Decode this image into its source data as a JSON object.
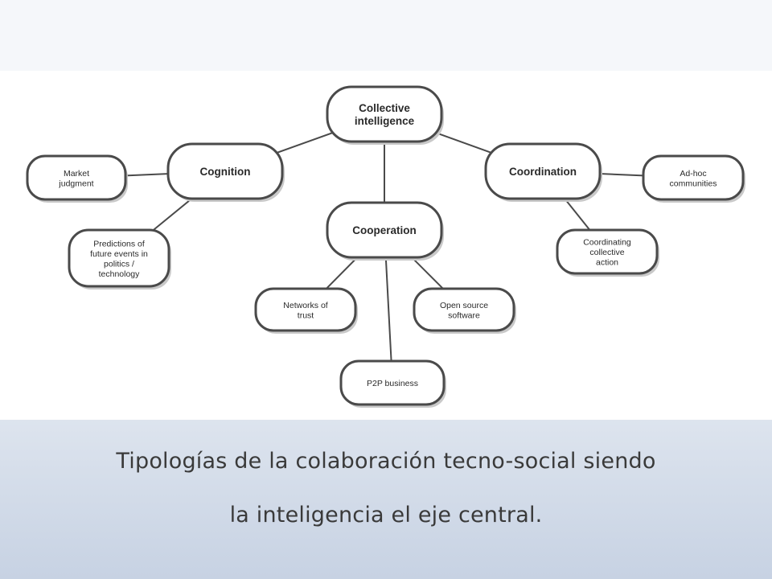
{
  "diagram": {
    "nodes": [
      {
        "id": "collective",
        "lines": [
          "Collective",
          "intelligence"
        ],
        "bold": true
      },
      {
        "id": "cognition",
        "lines": [
          "Cognition"
        ],
        "bold": true
      },
      {
        "id": "coordination",
        "lines": [
          "Coordination"
        ],
        "bold": true
      },
      {
        "id": "cooperation",
        "lines": [
          "Cooperation"
        ],
        "bold": true
      },
      {
        "id": "market",
        "lines": [
          "Market",
          "judgment"
        ],
        "bold": false
      },
      {
        "id": "predictions",
        "lines": [
          "Predictions of",
          "future events in",
          "politics /",
          "technology"
        ],
        "bold": false
      },
      {
        "id": "adhoc",
        "lines": [
          "Ad-hoc",
          "communities"
        ],
        "bold": false
      },
      {
        "id": "coordinating",
        "lines": [
          "Coordinating",
          "collective",
          "action"
        ],
        "bold": false
      },
      {
        "id": "networks",
        "lines": [
          "Networks of",
          "trust"
        ],
        "bold": false
      },
      {
        "id": "opensource",
        "lines": [
          "Open source",
          "software"
        ],
        "bold": false
      },
      {
        "id": "p2p",
        "lines": [
          "P2P business"
        ],
        "bold": false
      }
    ],
    "edges": [
      [
        "collective",
        "cognition"
      ],
      [
        "collective",
        "coordination"
      ],
      [
        "collective",
        "cooperation"
      ],
      [
        "cognition",
        "market"
      ],
      [
        "cognition",
        "predictions"
      ],
      [
        "coordination",
        "adhoc"
      ],
      [
        "coordination",
        "coordinating"
      ],
      [
        "cooperation",
        "networks"
      ],
      [
        "cooperation",
        "opensource"
      ],
      [
        "cooperation",
        "p2p"
      ]
    ]
  },
  "caption": {
    "line1": "Tipologías de la colaboración tecno-social siendo",
    "line2": "la inteligencia el eje central."
  }
}
